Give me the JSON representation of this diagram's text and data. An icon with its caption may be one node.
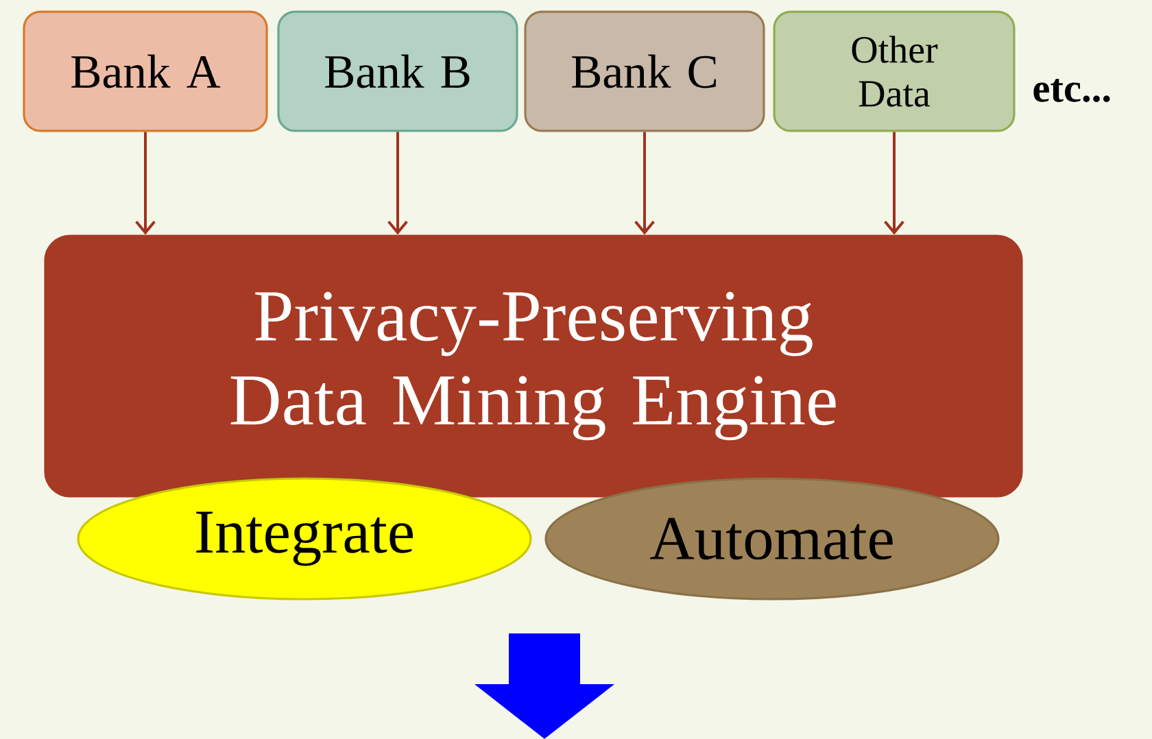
{
  "diagram": {
    "nodes": [
      {
        "text": [
          "Bank A"
        ]
      },
      {
        "text": [
          "Bank B"
        ]
      },
      {
        "text": [
          "Bank C"
        ]
      },
      {
        "text": [
          "Other Data"
        ]
      },
      {
        "text": [
          "Privacy-Preserving Data Mining Engine"
        ]
      },
      {
        "text": [
          "Integrate"
        ]
      },
      {
        "text": [
          "Automate"
        ]
      }
    ],
    "edges": [
      {
        "from": 0,
        "to": 4,
        "arrow": "to"
      },
      {
        "from": 1,
        "to": 4,
        "arrow": "to"
      },
      {
        "from": 2,
        "to": 4,
        "arrow": "to"
      },
      {
        "from": 3,
        "to": 4,
        "arrow": "to"
      }
    ],
    "labels": [
      "etc..."
    ]
  }
}
